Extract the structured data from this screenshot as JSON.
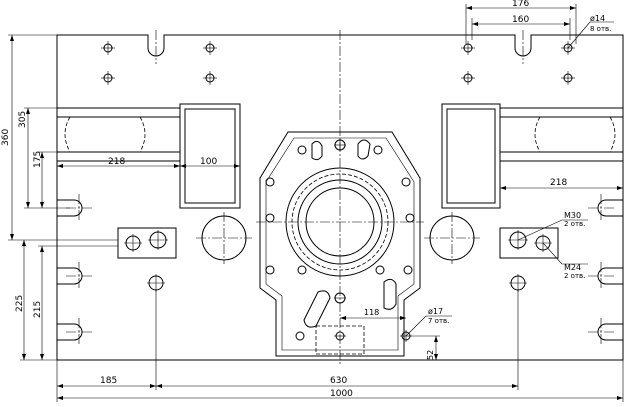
{
  "dimensions": {
    "d176": "176",
    "d160": "160",
    "d14_hole": "ø14",
    "d14_count": "8 отв.",
    "d360": "360",
    "d305": "305",
    "d175": "175",
    "d218_left": "218",
    "d100": "100",
    "d218_right": "218",
    "m30": "M30",
    "m30_count": "2 отв.",
    "m24": "M24",
    "m24_count": "2 отв.",
    "d225": "225",
    "d215": "215",
    "d118": "118",
    "d17_hole": "ø17",
    "d17_count": "7 отв.",
    "d52": "52",
    "d185": "185",
    "d630": "630",
    "d1000": "1000"
  }
}
